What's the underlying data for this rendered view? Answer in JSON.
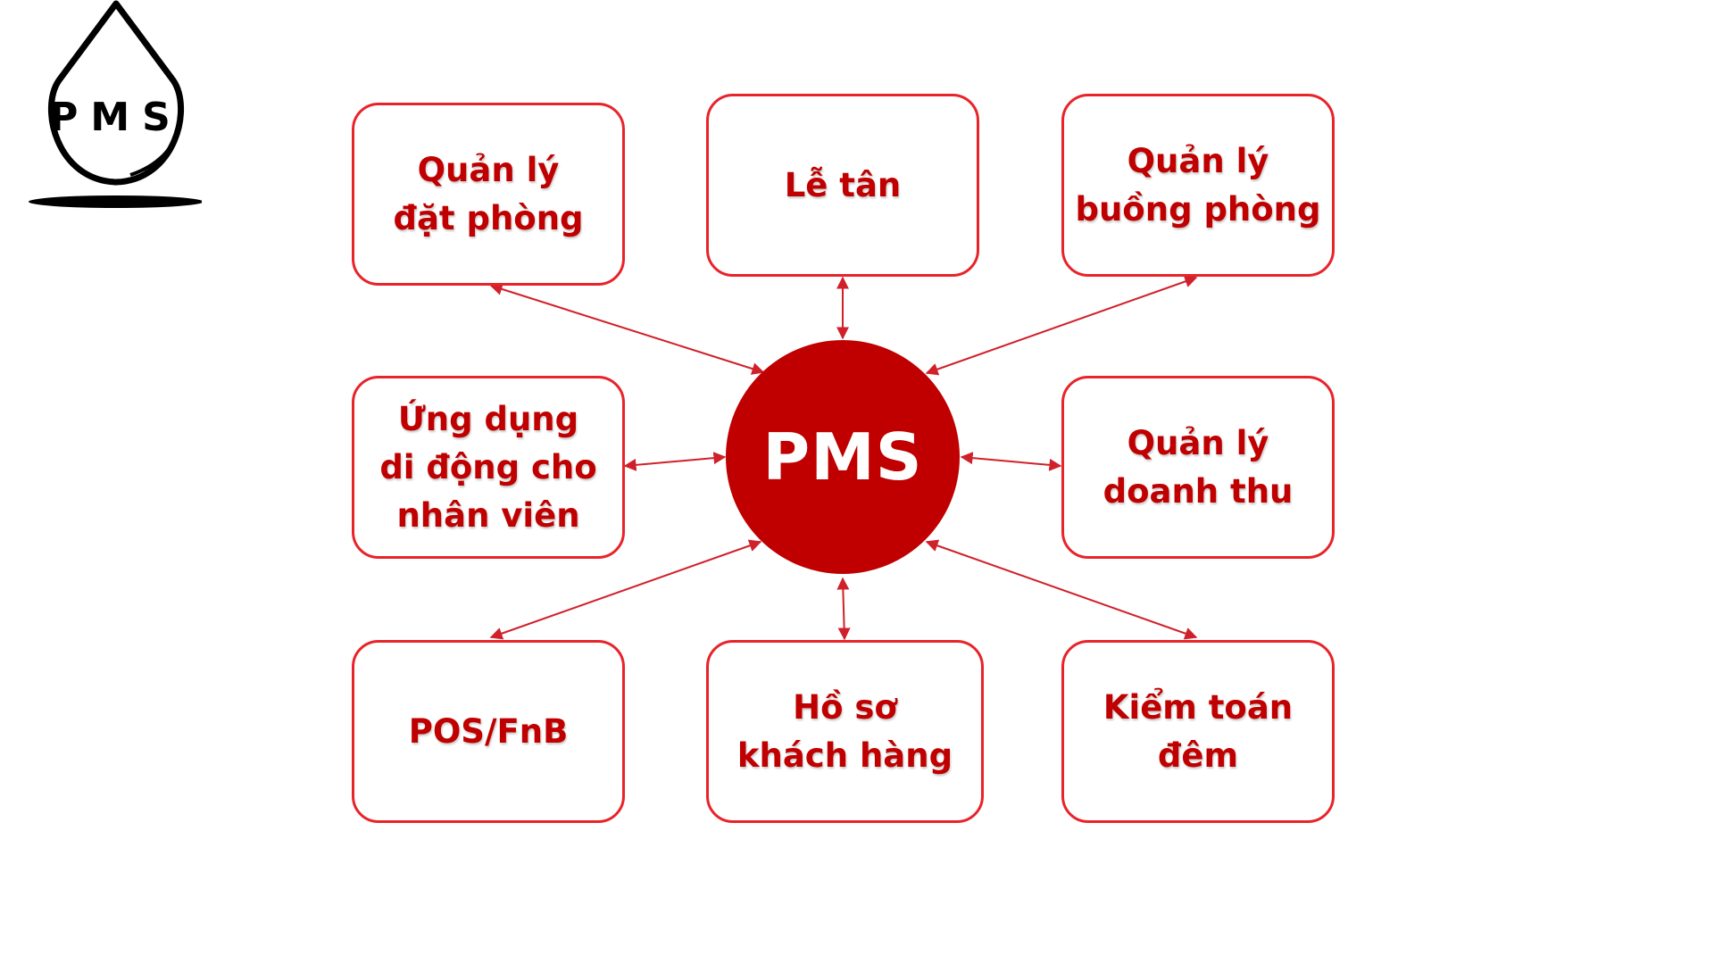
{
  "logo": {
    "text": "PMS",
    "icon": "water-drop-icon"
  },
  "hub": {
    "label": "PMS",
    "color": "#c00000"
  },
  "nodes": [
    {
      "id": "booking",
      "label": "Quản lý\nđặt phòng"
    },
    {
      "id": "reception",
      "label": "Lễ tân"
    },
    {
      "id": "housekeeping",
      "label": "Quản lý\nbuồng phòng"
    },
    {
      "id": "mobile-app",
      "label": "Ứng dụng\ndi động cho\nnhân viên"
    },
    {
      "id": "revenue",
      "label": "Quản lý\ndoanh thu"
    },
    {
      "id": "pos",
      "label": "POS/FnB"
    },
    {
      "id": "guest-profile",
      "label": "Hồ sơ\nkhách hàng"
    },
    {
      "id": "night-audit",
      "label": "Kiểm toán\nđêm"
    }
  ],
  "colors": {
    "node_border": "#e8232a",
    "text": "#c00000",
    "arrow": "#d0202a"
  }
}
